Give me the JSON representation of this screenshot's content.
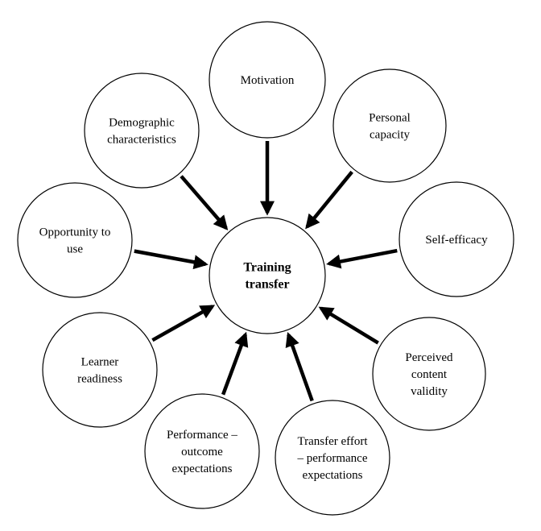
{
  "center": {
    "lines": [
      "Training",
      "transfer"
    ]
  },
  "factors": [
    {
      "id": "motivation",
      "lines": [
        "Motivation"
      ]
    },
    {
      "id": "personal-capacity",
      "lines": [
        "Personal",
        "capacity"
      ]
    },
    {
      "id": "self-efficacy",
      "lines": [
        "Self-efficacy"
      ]
    },
    {
      "id": "perceived-content-validity",
      "lines": [
        "Perceived",
        "content",
        "validity"
      ]
    },
    {
      "id": "transfer-effort-performance-expectations",
      "lines": [
        "Transfer effort",
        "– performance",
        "expectations"
      ]
    },
    {
      "id": "performance-outcome-expectations",
      "lines": [
        "Performance –",
        "outcome",
        "expectations"
      ]
    },
    {
      "id": "learner-readiness",
      "lines": [
        "Learner",
        "readiness"
      ]
    },
    {
      "id": "opportunity-to-use",
      "lines": [
        "Opportunity to",
        "use"
      ]
    },
    {
      "id": "demographic-characteristics",
      "lines": [
        "Demographic",
        "characteristics"
      ]
    }
  ],
  "colors": {
    "stroke": "#000000",
    "fill": "#ffffff"
  }
}
